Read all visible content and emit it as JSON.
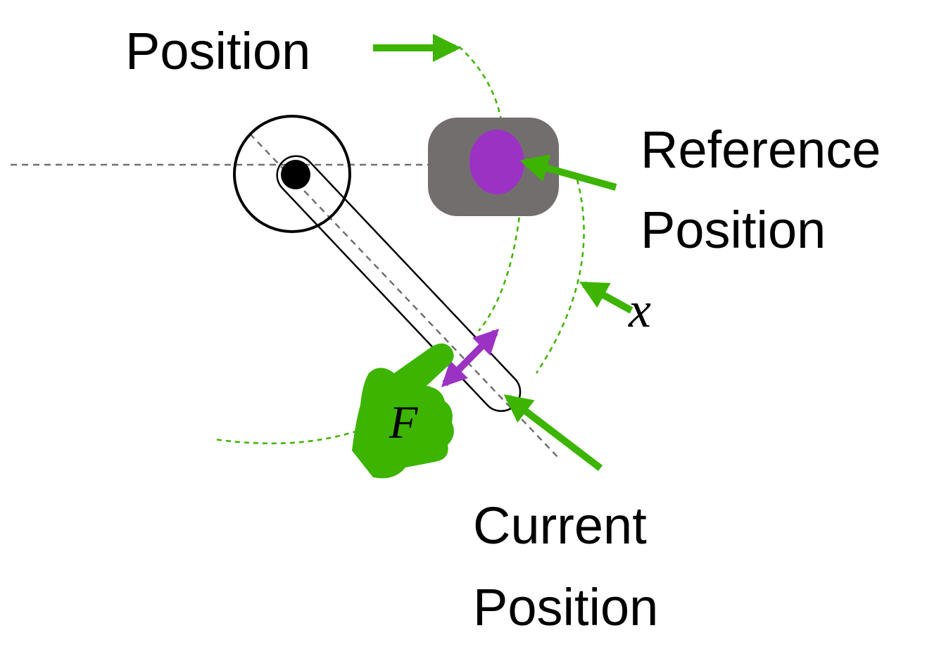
{
  "labels": {
    "position": "Position",
    "reference_line1": "Reference",
    "reference_line2": "Position",
    "current_line1": "Current",
    "current_line2": "Position",
    "x_symbol": "x",
    "force_symbol": "F"
  },
  "colors": {
    "arrow_green": "#3cb400",
    "arc_green": "#3cb400",
    "target_purple": "#9b32c4",
    "double_arrow_purple": "#9b32c4",
    "target_block_gray": "#736e6e",
    "dashed_gray": "#707070",
    "outline_black": "#000000"
  },
  "icons": {
    "hand": "pointing-hand-icon",
    "pivot": "pivot-joint-icon"
  }
}
